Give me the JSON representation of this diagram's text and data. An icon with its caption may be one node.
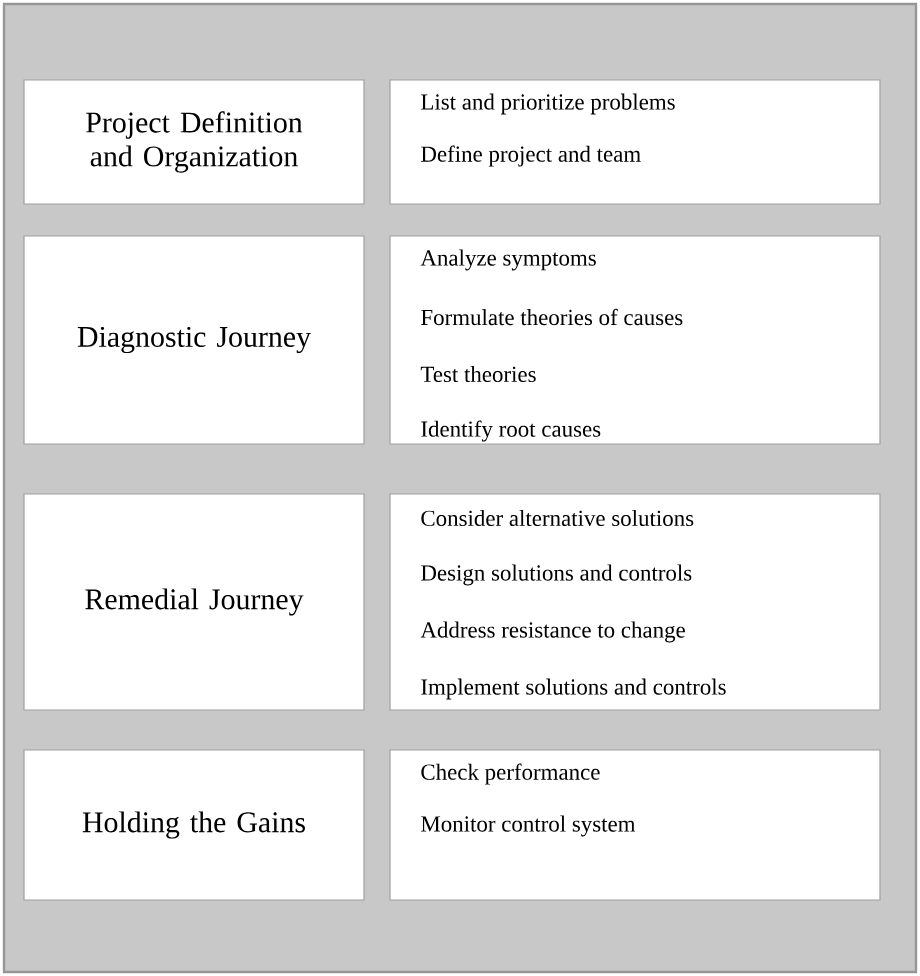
{
  "diagram": {
    "nodes": [
      {
        "text": [
          "Project Definition and Organization"
        ]
      },
      {
        "text": [
          "List and prioritize problems",
          "Define project and team"
        ]
      },
      {
        "text": [
          "Diagnostic Journey"
        ]
      },
      {
        "text": [
          "Analyze symptoms",
          "Formulate theories of causes",
          "Test theories",
          "Identify root causes"
        ]
      },
      {
        "text": [
          "Remedial Journey"
        ]
      },
      {
        "text": [
          "Consider alternative solutions",
          "Design solutions and controls",
          "Address resistance to change",
          "Implement solutions and controls"
        ]
      },
      {
        "text": [
          "Holding the Gains"
        ]
      },
      {
        "text": [
          "Check performance",
          "Monitor control system"
        ]
      }
    ]
  }
}
